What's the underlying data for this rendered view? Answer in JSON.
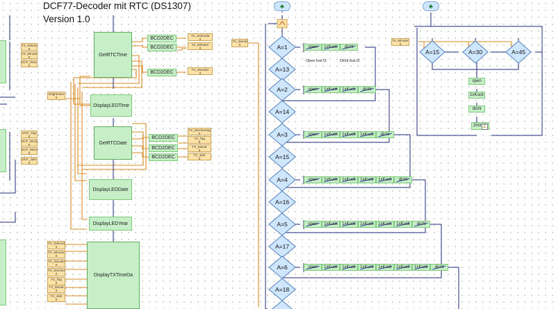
{
  "header": {
    "title": "DCF77-Decoder mit RTC (DS1307)",
    "version": "Version 1.0"
  },
  "left_panel": {
    "var_boxes": [
      {
        "name": "TX_Sekunde",
        "value": "0"
      },
      {
        "name": "TX_Minuten",
        "value": "0"
      },
      {
        "name": "DCF_Stunden",
        "value": "0"
      },
      {
        "name": "DCF_Tag",
        "value": "0"
      },
      {
        "name": "DCF_Wochentag",
        "value": "0"
      },
      {
        "name": "DCF_Monat",
        "value": "0"
      },
      {
        "name": "DCF_Jahr",
        "value": "0"
      }
    ]
  },
  "macros": {
    "get_rtc_time": "GetRTCTime",
    "display_led_time": "DisplayLEDTime",
    "get_rtc_date": "GetRTCDate",
    "display_led_date": "DisplayLEDDate",
    "display_led_year": "DisplayLEDYear",
    "display_tx_time": "DisplayTXTimeDa",
    "bcd2dec": "BCD2DEC"
  },
  "variables": {
    "brightness": {
      "name": "Brightness",
      "value": "0"
    },
    "time_out": [
      {
        "name": "TX_Sekunde",
        "value": "0"
      },
      {
        "name": "TX_Minuten",
        "value": "0"
      },
      {
        "name": "TX_Stunden",
        "value": "0"
      }
    ],
    "date_out": [
      {
        "name": "TX_Wochentag",
        "value": "0"
      },
      {
        "name": "TX_Tag",
        "value": "0"
      },
      {
        "name": "TX_Monat",
        "value": "0"
      },
      {
        "name": "TX_Jahr",
        "value": "0"
      }
    ],
    "tx_inputs": [
      {
        "name": "TX_Sekunde",
        "value": "0"
      },
      {
        "name": "TX_Minuten",
        "value": "0"
      },
      {
        "name": "TX_Stunden",
        "value": "0"
      },
      {
        "name": "TX_Wochentag",
        "value": "0"
      },
      {
        "name": "TX_Tag",
        "value": "0"
      },
      {
        "name": "TX_Monat",
        "value": "0"
      },
      {
        "name": "TX_Jahr",
        "value": "0"
      }
    ],
    "tx_stunden_mid": {
      "name": "TX_Stunden",
      "value": "0"
    },
    "tx_minuten_right": {
      "name": "TX_Minuten",
      "value": "0"
    }
  },
  "branch_flow": {
    "decisions": [
      "A=1",
      "A=13",
      "A=2",
      "A=14",
      "A=3",
      "A=15",
      "A=4",
      "A=16",
      "A=5",
      "A=17",
      "A=6",
      "A=18"
    ],
    "steps": {
      "open": "open",
      "kuck": "1xKuck",
      "dicht": "dicht"
    },
    "notes": {
      "open_lost": "Open lost t3",
      "dicht_lost": "Dicht lost t2"
    }
  },
  "quarter_flow": {
    "decisions": [
      "A=15",
      "A=30",
      "A=45"
    ],
    "steps": [
      "open",
      "1xKuck",
      "dicht"
    ],
    "delay": "2min"
  },
  "start_icons": {
    "glyph": "♣"
  }
}
